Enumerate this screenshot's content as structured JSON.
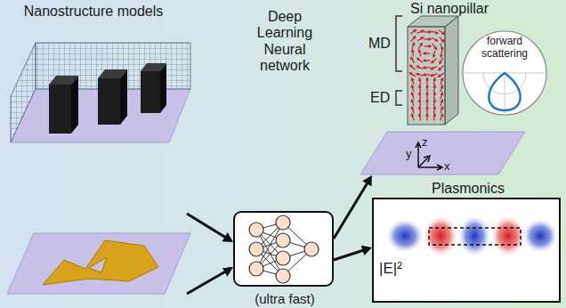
{
  "diagram": {
    "nodes": [
      {
        "text": [
          "Nanostructure models"
        ]
      },
      {
        "text": [
          "Deep Learning Neural network",
          "(ultra fast)"
        ]
      },
      {
        "text": [
          "Si nanopillar"
        ]
      },
      {
        "text": [
          "Plasmonics",
          "|E|²"
        ]
      }
    ],
    "edges": [
      {
        "from": 0,
        "to": 1,
        "arrow": "to"
      },
      {
        "from": 0,
        "to": 1,
        "arrow": "to"
      },
      {
        "from": 1,
        "to": 2,
        "arrow": "to"
      },
      {
        "from": 1,
        "to": 3,
        "arrow": "to"
      }
    ],
    "labels": [
      "MD",
      "ED",
      "forward scattering",
      "y",
      "z",
      "x"
    ]
  }
}
